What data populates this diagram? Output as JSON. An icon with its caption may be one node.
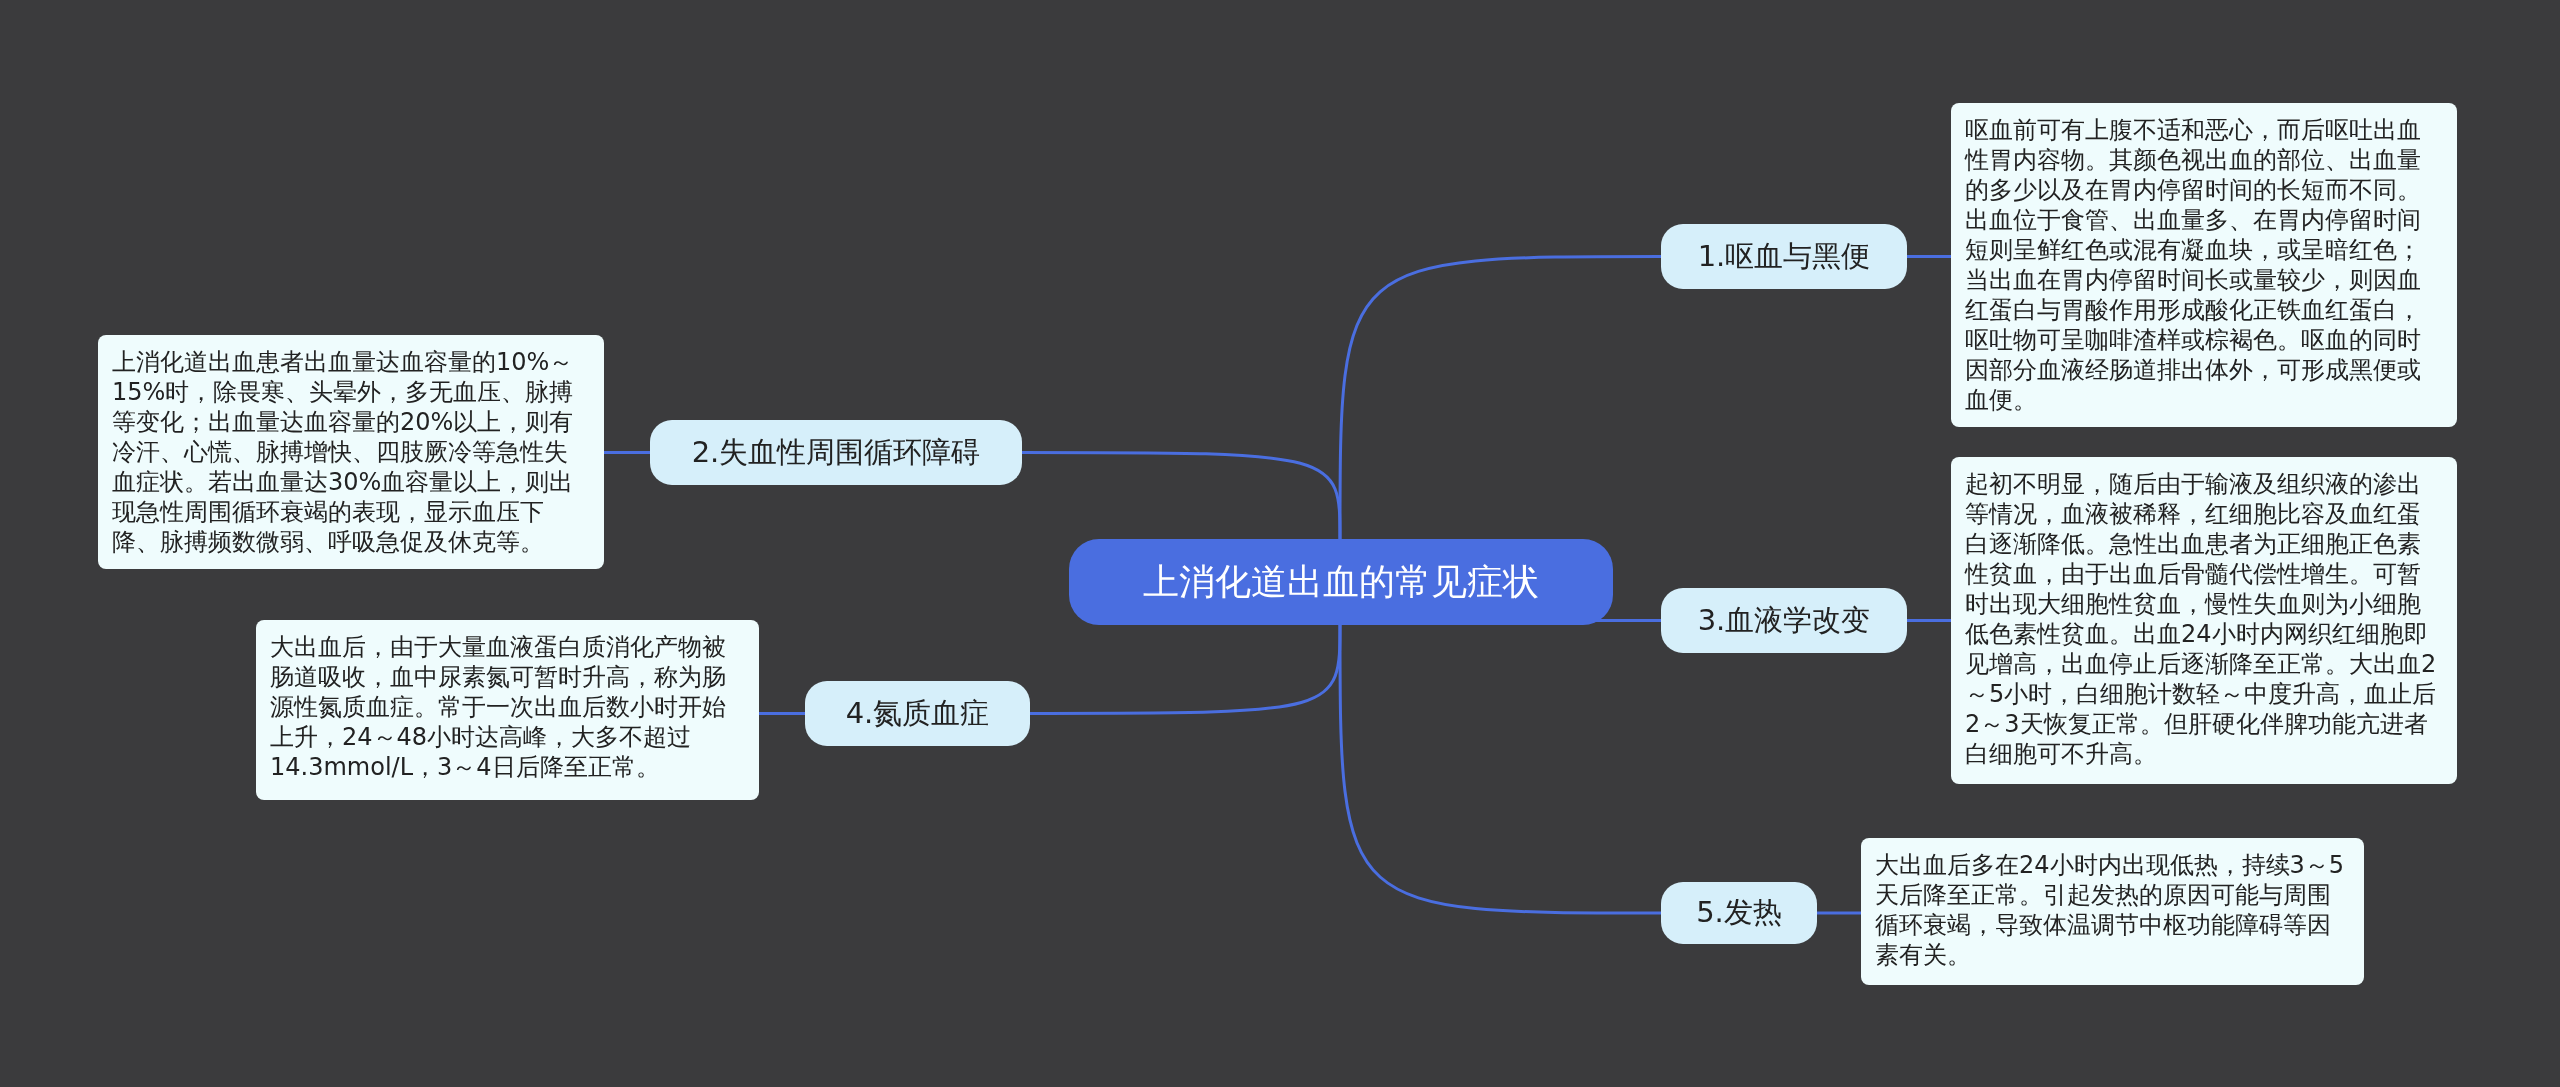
{
  "diagram": {
    "nodes": [
      {
        "text": [
          "上消化道出血的常见症状"
        ]
      },
      {
        "text": [
          "1.呕血与黑便"
        ]
      },
      {
        "text": [
          "呕血前可有上腹不适和恶心，而后呕吐出血性胃内容物。其颜色视出血的部位、出血量的多少以及在胃内停留时间的长短而不同。出血位于食管、出血量多、在胃内停留时间短则呈鲜红色或混有凝血块，或呈暗红色；当出血在胃内停留时间长或量较少，则因血红蛋白与胃酸作用形成酸化正铁血红蛋白，呕吐物可呈咖啡渣样或棕褐色。呕血的同时因部分血液经肠道排出体外，可形成黑便或血便。"
        ]
      },
      {
        "text": [
          "2.失血性周围循环障碍"
        ]
      },
      {
        "text": [
          "上消化道出血患者出血量达血容量的10%～15%时，除畏寒、头晕外，多无血压、脉搏等变化；出血量达血容量的20%以上，则有冷汗、心慌、脉搏增快、四肢厥冷等急性失血症状。若出血量达30%血容量以上，则出现急性周围循环衰竭的表现，显示血压下降、脉搏频数微弱、呼吸急促及休克等。"
        ]
      },
      {
        "text": [
          "3.血液学改变"
        ]
      },
      {
        "text": [
          "起初不明显，随后由于输液及组织液的渗出等情况，血液被稀释，红细胞比容及血红蛋白逐渐降低。急性出血患者为正细胞正色素性贫血，由于出血后骨髓代偿性增生。可暂时出现大细胞性贫血，慢性失血则为小细胞低色素性贫血。出血24小时内网织红细胞即见增高，出血停止后逐渐降至正常。大出血2～5小时，白细胞计数轻～中度升高，血止后2～3天恢复正常。但肝硬化伴脾功能亢进者白细胞可不升高。"
        ]
      },
      {
        "text": [
          "4.氮质血症"
        ]
      },
      {
        "text": [
          "大出血后，由于大量血液蛋白质消化产物被肠道吸收，血中尿素氮可暂时升高，称为肠源性氮质血症。常于一次出血后数小时开始上升，24～48小时达高峰，大多不超过14.3mmol/L，3～4日后降至正常。"
        ]
      },
      {
        "text": [
          "5.发热"
        ]
      },
      {
        "text": [
          "大出血后多在24小时内出现低热，持续3～5天后降至正常。引起发热的原因可能与周围循环衰竭，导致体温调节中枢功能障碍等因素有关。"
        ]
      }
    ],
    "edges": [
      {
        "from": 0,
        "to": 1,
        "arrow": "none"
      },
      {
        "from": 1,
        "to": 2,
        "arrow": "none"
      },
      {
        "from": 0,
        "to": 3,
        "arrow": "none"
      },
      {
        "from": 3,
        "to": 4,
        "arrow": "none"
      },
      {
        "from": 0,
        "to": 5,
        "arrow": "none"
      },
      {
        "from": 5,
        "to": 6,
        "arrow": "none"
      },
      {
        "from": 0,
        "to": 7,
        "arrow": "none"
      },
      {
        "from": 7,
        "to": 8,
        "arrow": "none"
      },
      {
        "from": 0,
        "to": 9,
        "arrow": "none"
      },
      {
        "from": 9,
        "to": 10,
        "arrow": "none"
      }
    ]
  }
}
